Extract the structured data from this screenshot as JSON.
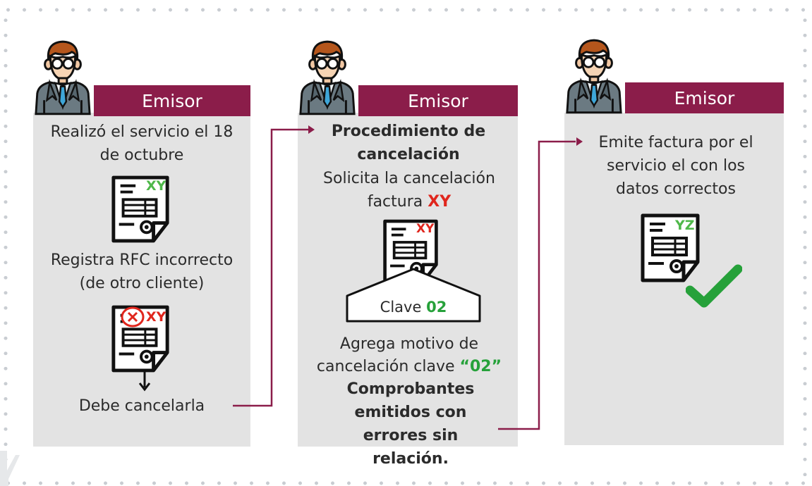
{
  "step1": {
    "role_label": "Emisor",
    "text_service": "Realizó el servicio el 18 de octubre",
    "doc_code": "XY",
    "text_rfc": "Registra RFC incorrecto (de otro cliente)",
    "doc_code_error": "XY",
    "text_action": "Debe cancelarla"
  },
  "step2": {
    "role_label": "Emisor",
    "title": "Procedimiento de cancelación",
    "text_request": "Solicita la cancelación factura",
    "request_code": "XY",
    "doc_code": "XY",
    "clave_label": "Clave",
    "clave_value": "02",
    "text_reason_1": "Agrega motivo de",
    "text_reason_2": "cancelación clave",
    "reason_code": "“02”",
    "reason_bold": "Comprobantes emitidos con errores sin relación."
  },
  "step3": {
    "role_label": "Emisor",
    "text_issue": "Emite factura por el servicio el con los datos correctos",
    "doc_code": "YZ"
  },
  "colors": {
    "brand": "#8b1d4a",
    "card_bg": "#e3e3e3",
    "error_red": "#e0261d",
    "ok_green": "#26a13a",
    "code_green": "#4fb84a"
  },
  "icons": [
    "person-icon",
    "invoice-document-icon",
    "error-circle-x-icon",
    "down-arrow-icon",
    "checkmark-icon"
  ]
}
